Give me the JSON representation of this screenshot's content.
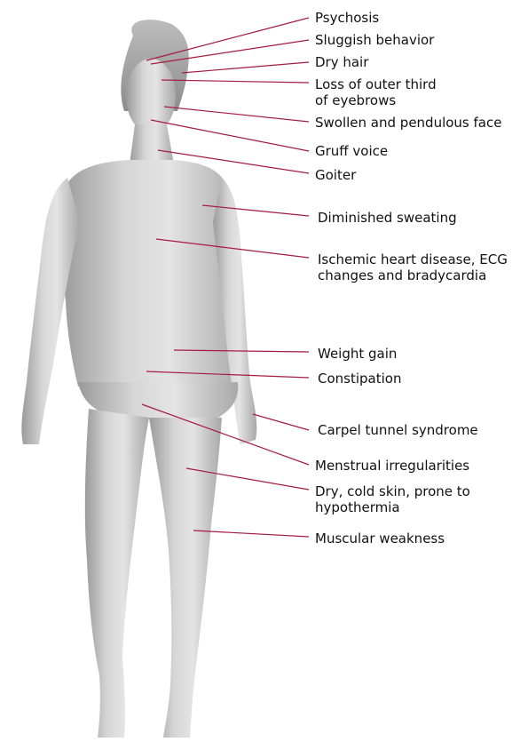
{
  "leader_color": "#a51c3f",
  "labels": [
    "Psychosis",
    "Sluggish behavior",
    "Dry hair",
    "Loss of outer third\nof eyebrows",
    "Swollen and pendulous face",
    "Gruff voice",
    "Goiter",
    "Diminished sweating",
    "Ischemic heart disease, ECG\nchanges and bradycardia",
    "Weight gain",
    "Constipation",
    "Carpel tunnel syndrome",
    "Menstrual irregularities",
    "Dry, cold skin, prone to\nhypothermia",
    "Muscular weakness"
  ]
}
